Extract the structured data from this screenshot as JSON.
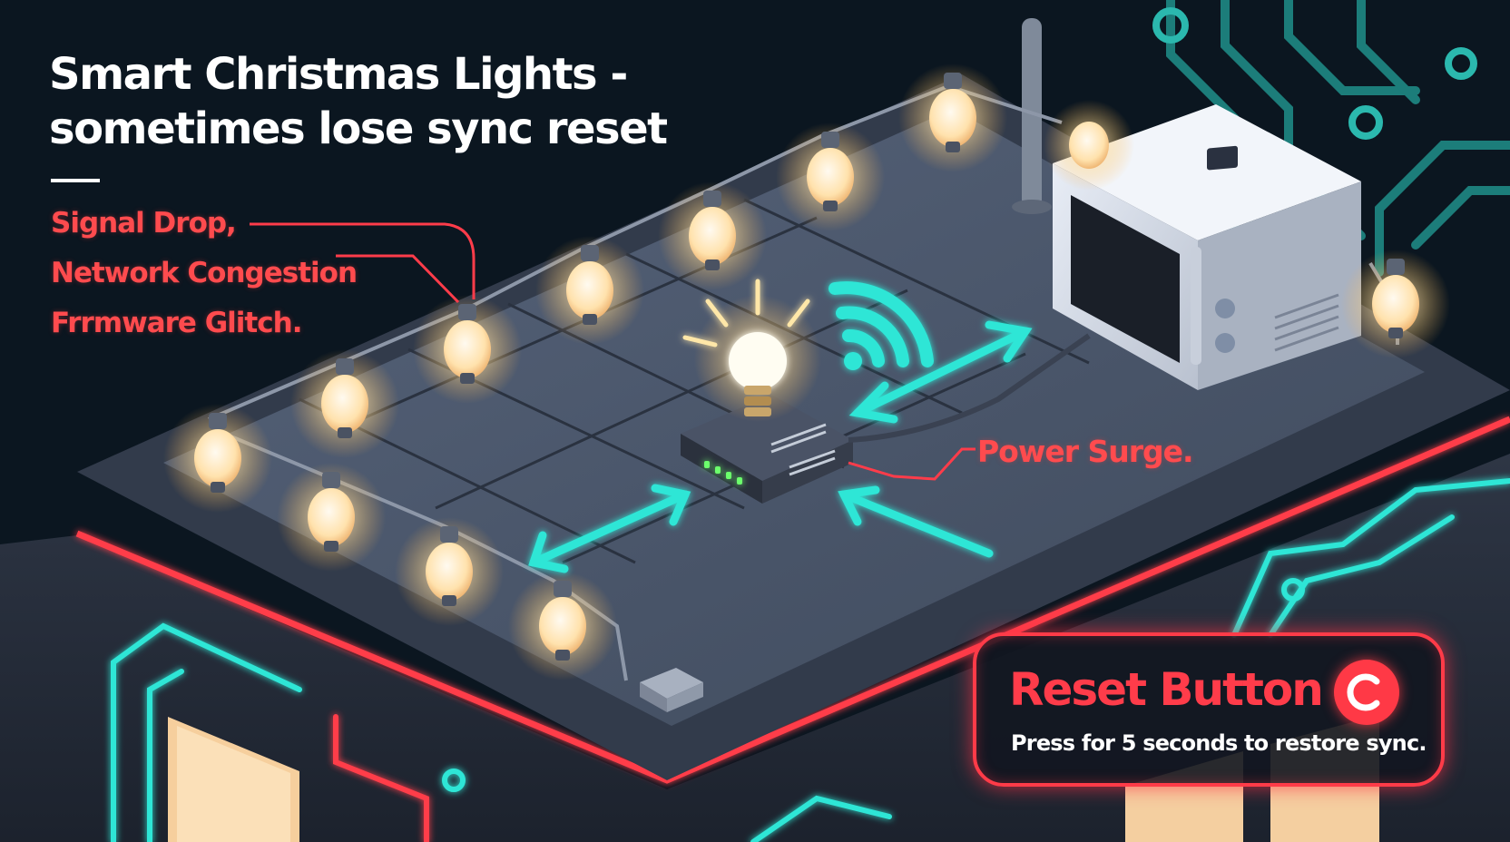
{
  "title": {
    "line1": "Smart Christmas Lights -",
    "line2": "sometimes lose sync reset"
  },
  "causes": {
    "signal_drop": "Signal Drop,",
    "network_congestion": "Network Congestion",
    "firmware_glitch": "Frrmware Glitch.",
    "power_surge": "Power Surge."
  },
  "reset": {
    "title": "Reset Button",
    "description": "Press for 5 seconds to restore sync.",
    "icon": "reset-icon"
  },
  "colors": {
    "background": "#0b1620",
    "accent_red": "#ff3c4a",
    "accent_teal": "#2ee6d6",
    "title_text": "#ffffff"
  }
}
